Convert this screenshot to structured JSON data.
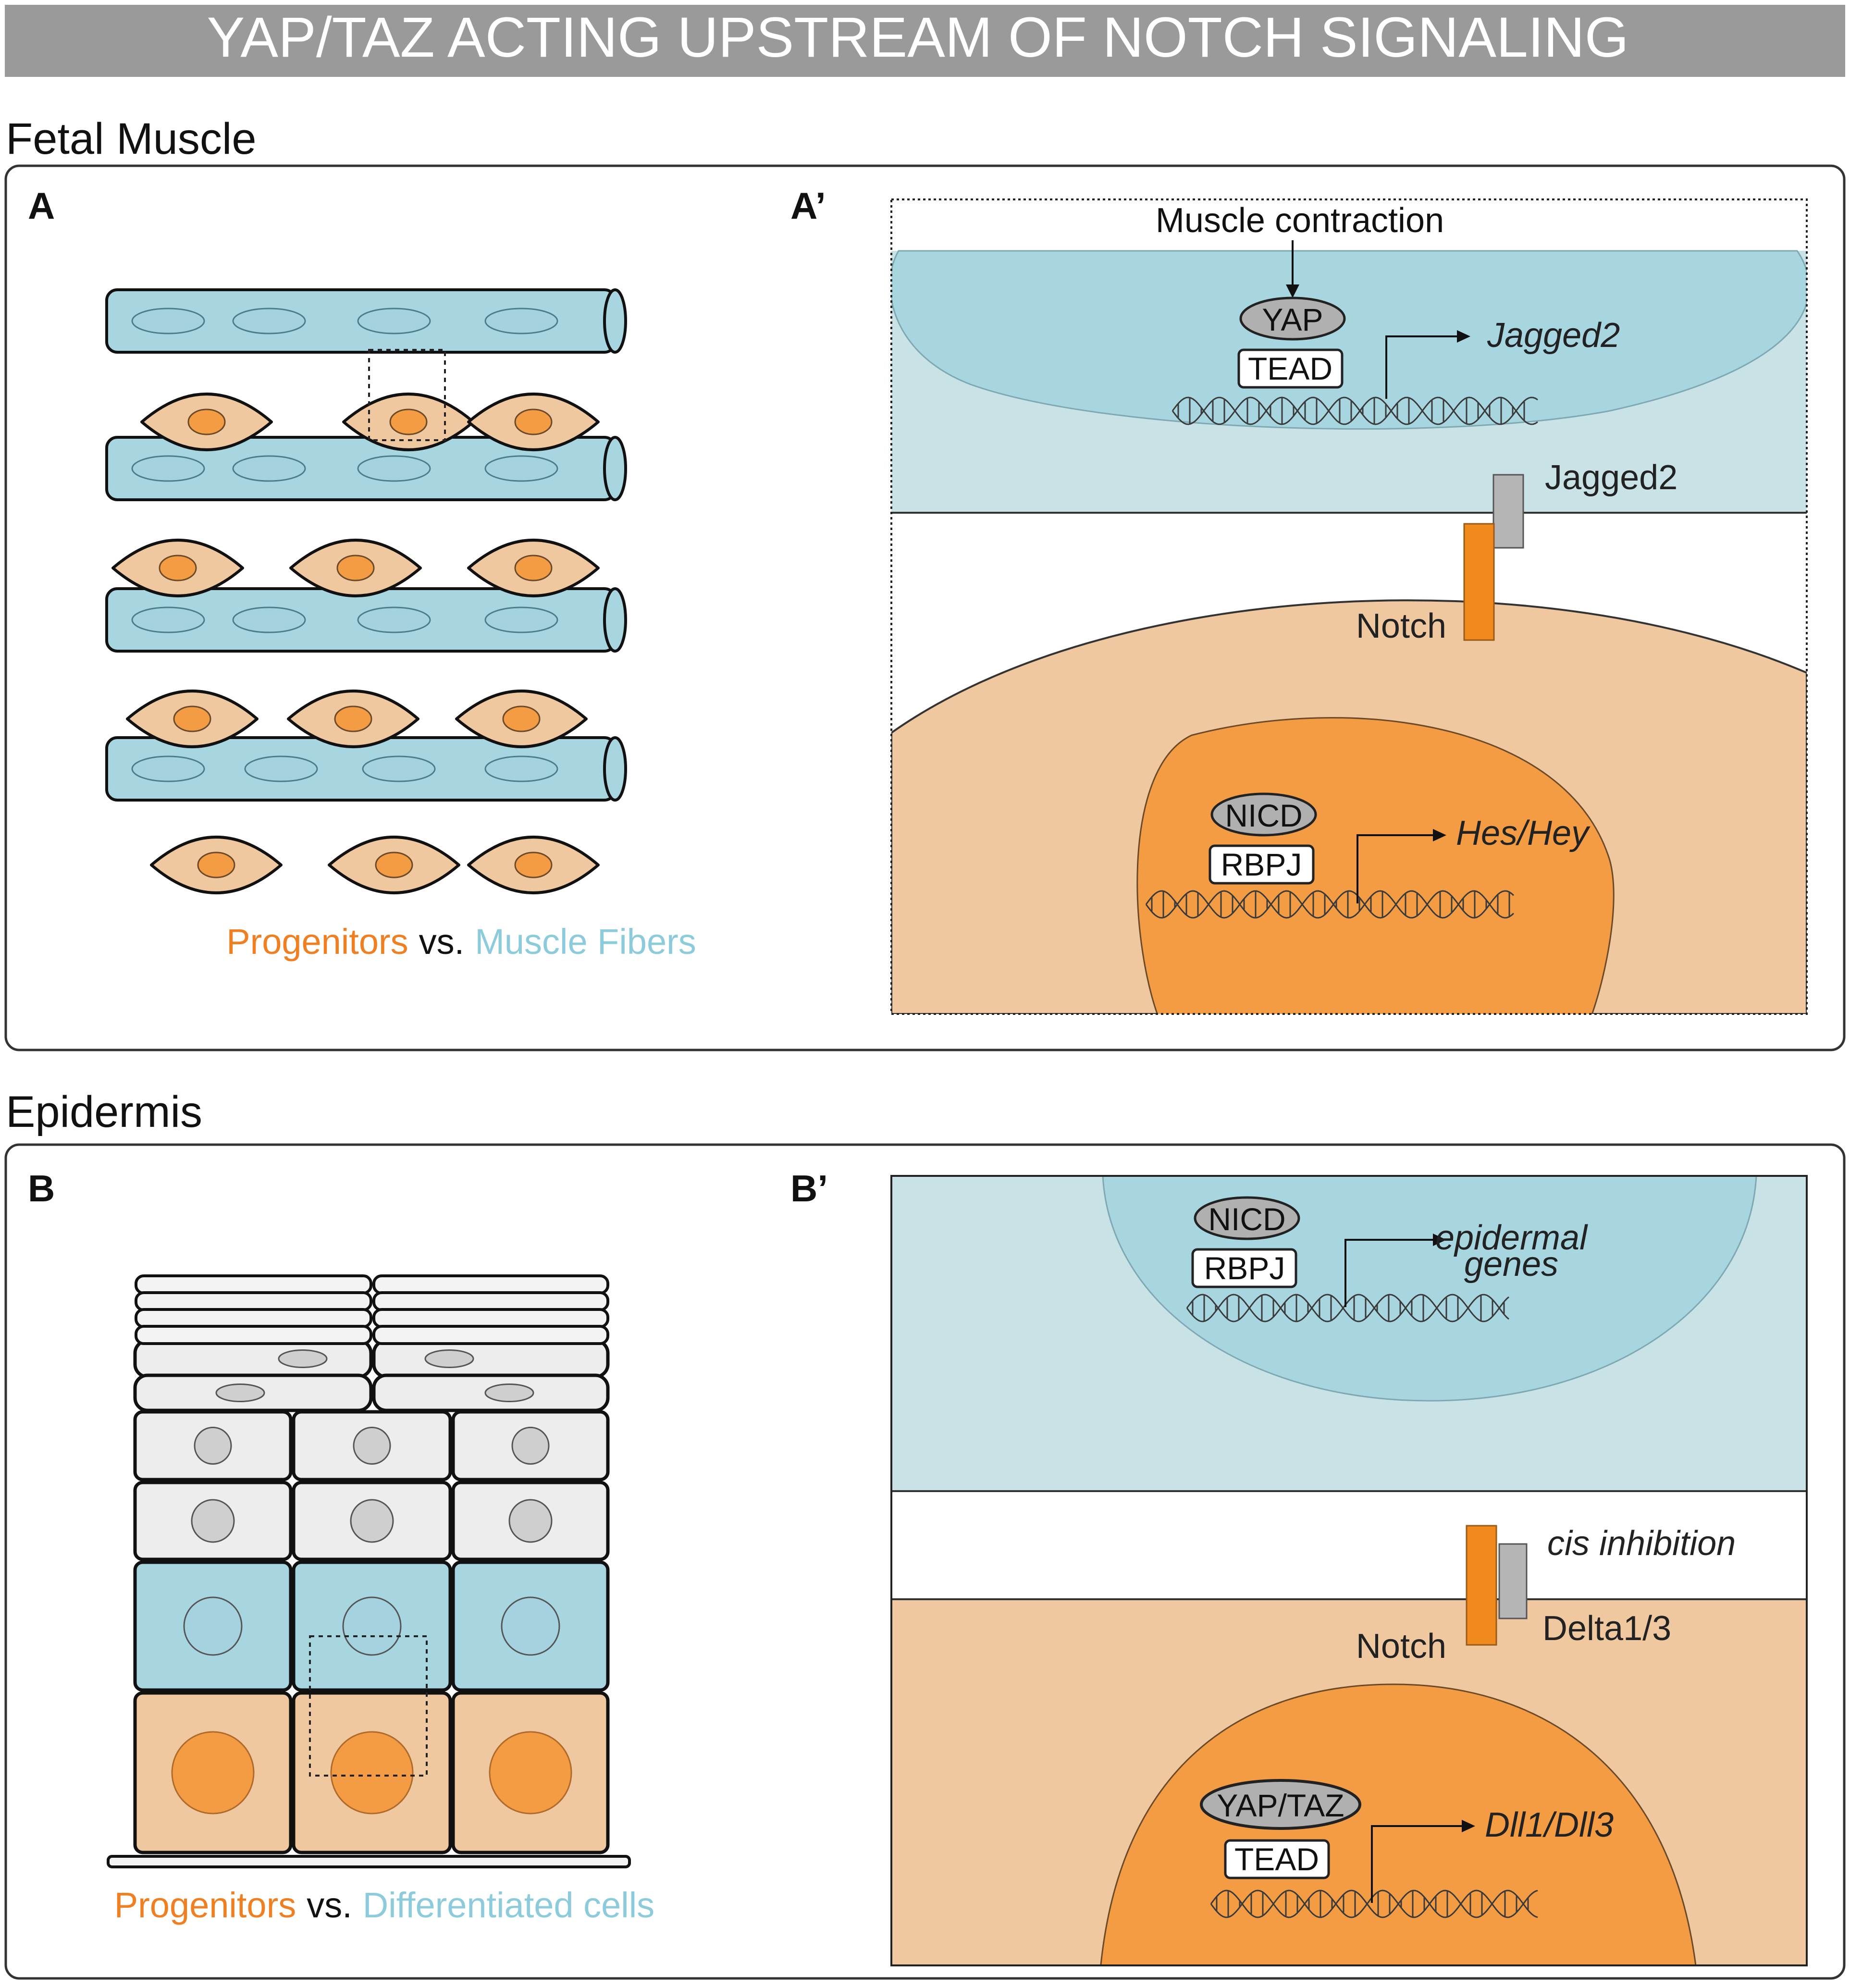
{
  "title": "YAP/TAZ ACTING UPSTREAM OF NOTCH SIGNALING",
  "sections": {
    "fetal": "Fetal Muscle",
    "epidermis": "Epidermis"
  },
  "panels": {
    "A": "A",
    "A_prime": "A’",
    "B": "B",
    "B_prime": "B’"
  },
  "legend_A": {
    "progenitors": "Progenitors",
    "vs": "vs.",
    "other": "Muscle Fibers"
  },
  "legend_B": {
    "progenitors": "Progenitors",
    "vs": "vs.",
    "other": "Differentiated cells"
  },
  "a_prime": {
    "muscle_contraction": "Muscle contraction",
    "yap": "YAP",
    "tead": "TEAD",
    "target_gene": "Jagged2",
    "ligand": "Jagged2",
    "receptor": "Notch",
    "nicd": "NICD",
    "rbpj": "RBPJ",
    "notch_target": "Hes/Hey"
  },
  "b_prime": {
    "nicd": "NICD",
    "rbpj": "RBPJ",
    "target_line1": "epidermal",
    "target_line2": "genes",
    "cis_inhibition": "cis inhibition",
    "ligand": "Delta1/3",
    "receptor": "Notch",
    "yaptaz": "YAP/TAZ",
    "tead": "TEAD",
    "dll_target": "Dll1/Dll3"
  },
  "colors": {
    "banner": "#9a9a9a",
    "fiber": "#a7d6e0",
    "fiber_pale": "#c8e2e6",
    "nucleus_blue": "#a4d3df",
    "progenitor": "#f0c8a0",
    "progenitor_nucleus": "#f39c44",
    "orange_text": "#f07f22",
    "blue_text": "#8ccbdb",
    "notch": "#f08a1c",
    "ligand": "#b5b5b5",
    "grey_cell": "#ededed"
  }
}
